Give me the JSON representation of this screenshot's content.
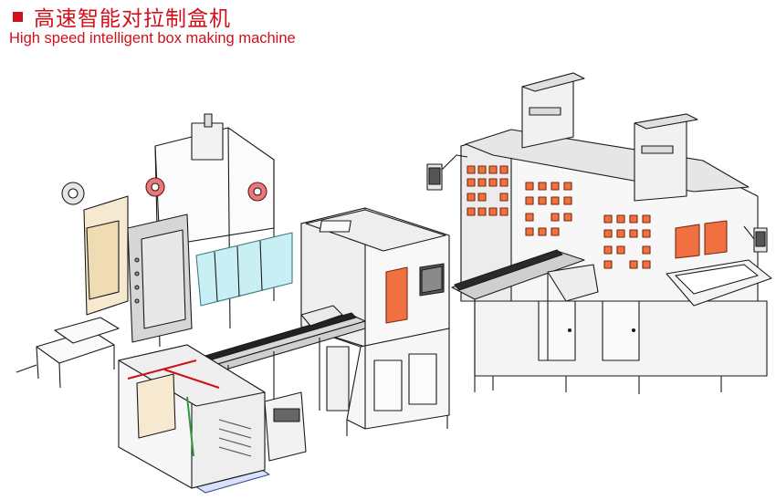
{
  "header": {
    "title_cn": "高速智能对拉制盒机",
    "title_en": "High speed intelligent box making machine"
  },
  "colors": {
    "accent_red": "#d0101a",
    "window_orange": "#f07040",
    "panel_cream": "#f6e9cf",
    "guard_cyan": "#c8f0f4",
    "base_blue": "#d8e2ff",
    "outline": "#1a1a1a"
  },
  "illustration": {
    "type": "cad-line-drawing",
    "subject": "high-speed-box-making-line"
  }
}
